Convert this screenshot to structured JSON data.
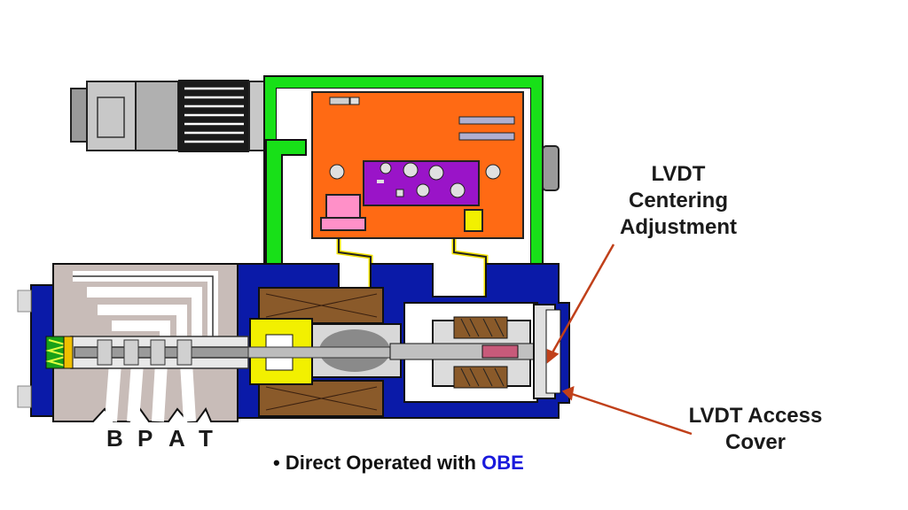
{
  "labels": {
    "centering": [
      "LVDT",
      "Centering",
      "Adjustment"
    ],
    "access": [
      "LVDT Access",
      "Cover"
    ]
  },
  "ports": [
    "B",
    "P",
    "A",
    "T"
  ],
  "caption": {
    "bullet": "•",
    "text": "Direct Operated with",
    "highlight": "OBE"
  },
  "colors": {
    "housing_blue": "#0a1aa8",
    "electronics_orange": "#ff6a14",
    "enclosure_green": "#18e018",
    "coil_brown": "#8a5a2a",
    "pole_yellow": "#f2f000",
    "body_gray": "#c8bcb8",
    "pointer": "#c0401a",
    "accent": "#1a1adc"
  }
}
